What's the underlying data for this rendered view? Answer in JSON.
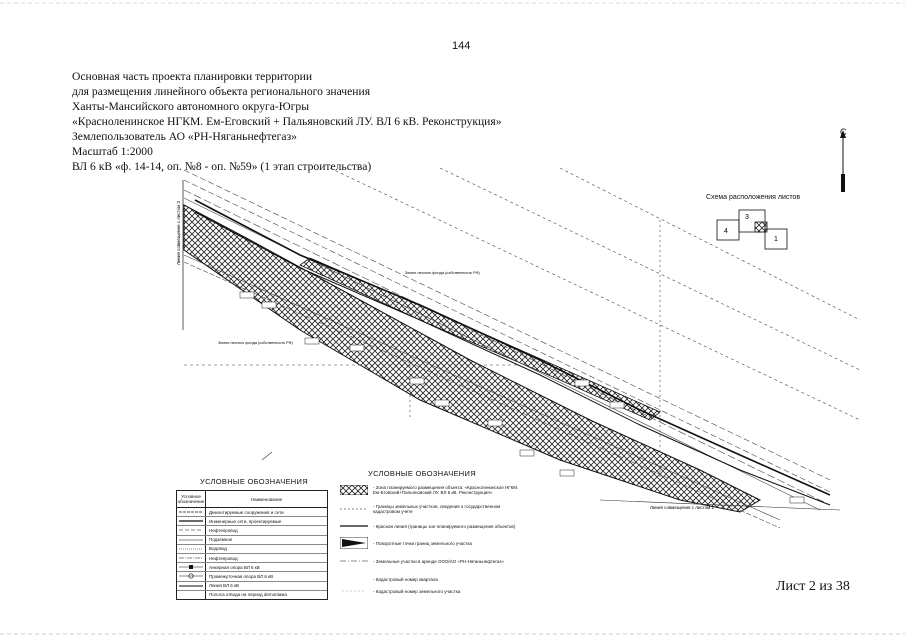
{
  "page_number": "144",
  "title_lines": [
    "Основная часть проекта планировки территории",
    "для размещения линейного объекта регионального значения",
    "Ханты-Мансийского автономного округа-Югры",
    "«Красноленинское НГКМ. Ем-Еговский + Пальяновский ЛУ. ВЛ 6 кВ. Реконструкция»",
    "Землепользователь АО «РН-Няганьнефтегаз»",
    "Масштаб 1:2000",
    "ВЛ 6 кВ «ф. 14-14, оп. №8 - оп. №59» (1 этап строительства)"
  ],
  "north_label": "С",
  "scheme": {
    "title": "Схема расположения листов",
    "sheets": [
      "4",
      "3",
      "1"
    ]
  },
  "map_labels": {
    "match_line_left": "Линия совмещения с листом 3",
    "match_line_bottom": "Линия совмещения с листом 1",
    "forest_fund_1": "Земли лесного фонда (собственность РФ)",
    "forest_fund_2": "Земли лесного фонда (собственность РФ)"
  },
  "legend_left": {
    "title": "УСЛОВНЫЕ ОБОЗНАЧЕНИЯ",
    "col_symbol": "Условное обозначение",
    "col_name": "Наименование",
    "rows": [
      "Демонтируемые сооружения и сети",
      "Инженерные сети, проектируемые",
      "Нефтепровод",
      "Подземное",
      "Водовод",
      "Нефтепровод",
      "Анкерная опора ВЛ 6 кВ",
      "Промежуточная опора ВЛ 6 кВ",
      "Линия ВЛ 6 кВ",
      "Полоса отвода на период demontажа"
    ]
  },
  "legend_right": {
    "title": "УСЛОВНЫЕ ОБОЗНАЧЕНИЯ",
    "items": [
      "- Зона планируемого размещения объекта: «Красноленинское НГКМ. Ем-Еговский+Пальяновский ЛУ. ВЛ 6 кВ. Реконструкция»",
      "- Границы земельных участков, сведения о государственном кадастровом учете",
      "- Красная линия (границы зон планируемого размещения объектов)",
      "- Поворотные точки границ земельного участка",
      "- Земельные участки в аренде ООО/АО «РН-Няганьнефтегаз»",
      "- Кадастровый номер квартала",
      "- Кадастровый номер земельного участка"
    ]
  },
  "sheet_label": "Лист 2 из 38"
}
